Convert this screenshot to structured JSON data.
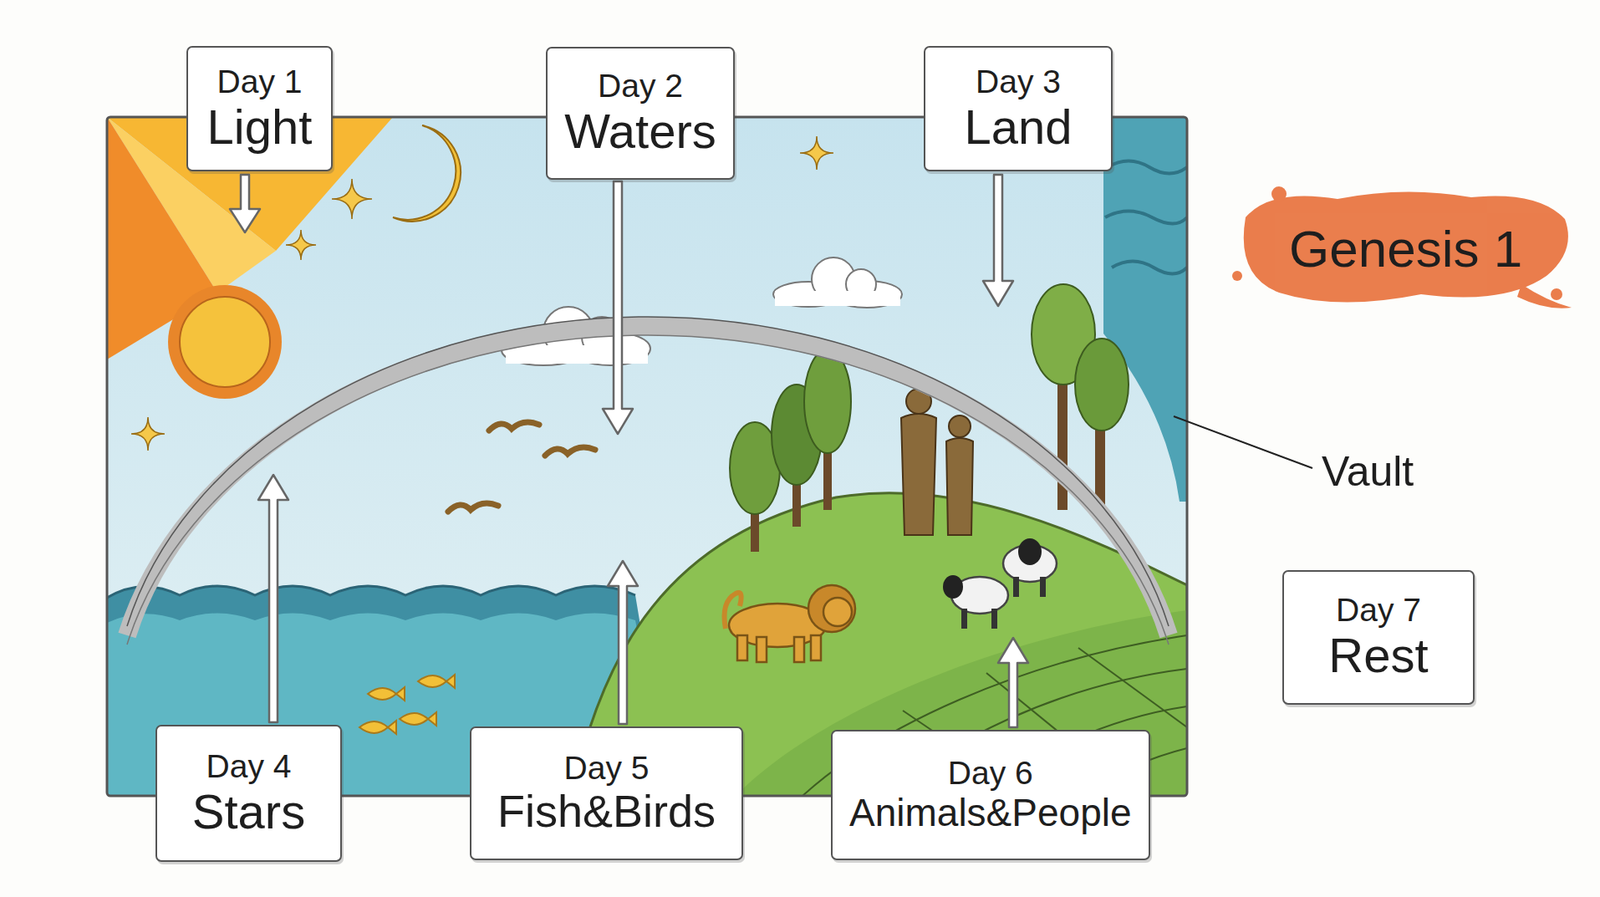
{
  "diagram": {
    "title": "Genesis 1",
    "nodes": [
      {
        "text": [
          "Day 1",
          "Light"
        ]
      },
      {
        "text": [
          "Day 2",
          "Waters"
        ]
      },
      {
        "text": [
          "Day 3",
          "Land"
        ]
      },
      {
        "text": [
          "Day 4",
          "Stars"
        ]
      },
      {
        "text": [
          "Day 5",
          "Fish&Birds"
        ]
      },
      {
        "text": [
          "Day 6",
          "Animals&People"
        ]
      },
      {
        "text": [
          "Day 7",
          "Rest"
        ]
      }
    ],
    "labels": [
      "Vault"
    ]
  }
}
